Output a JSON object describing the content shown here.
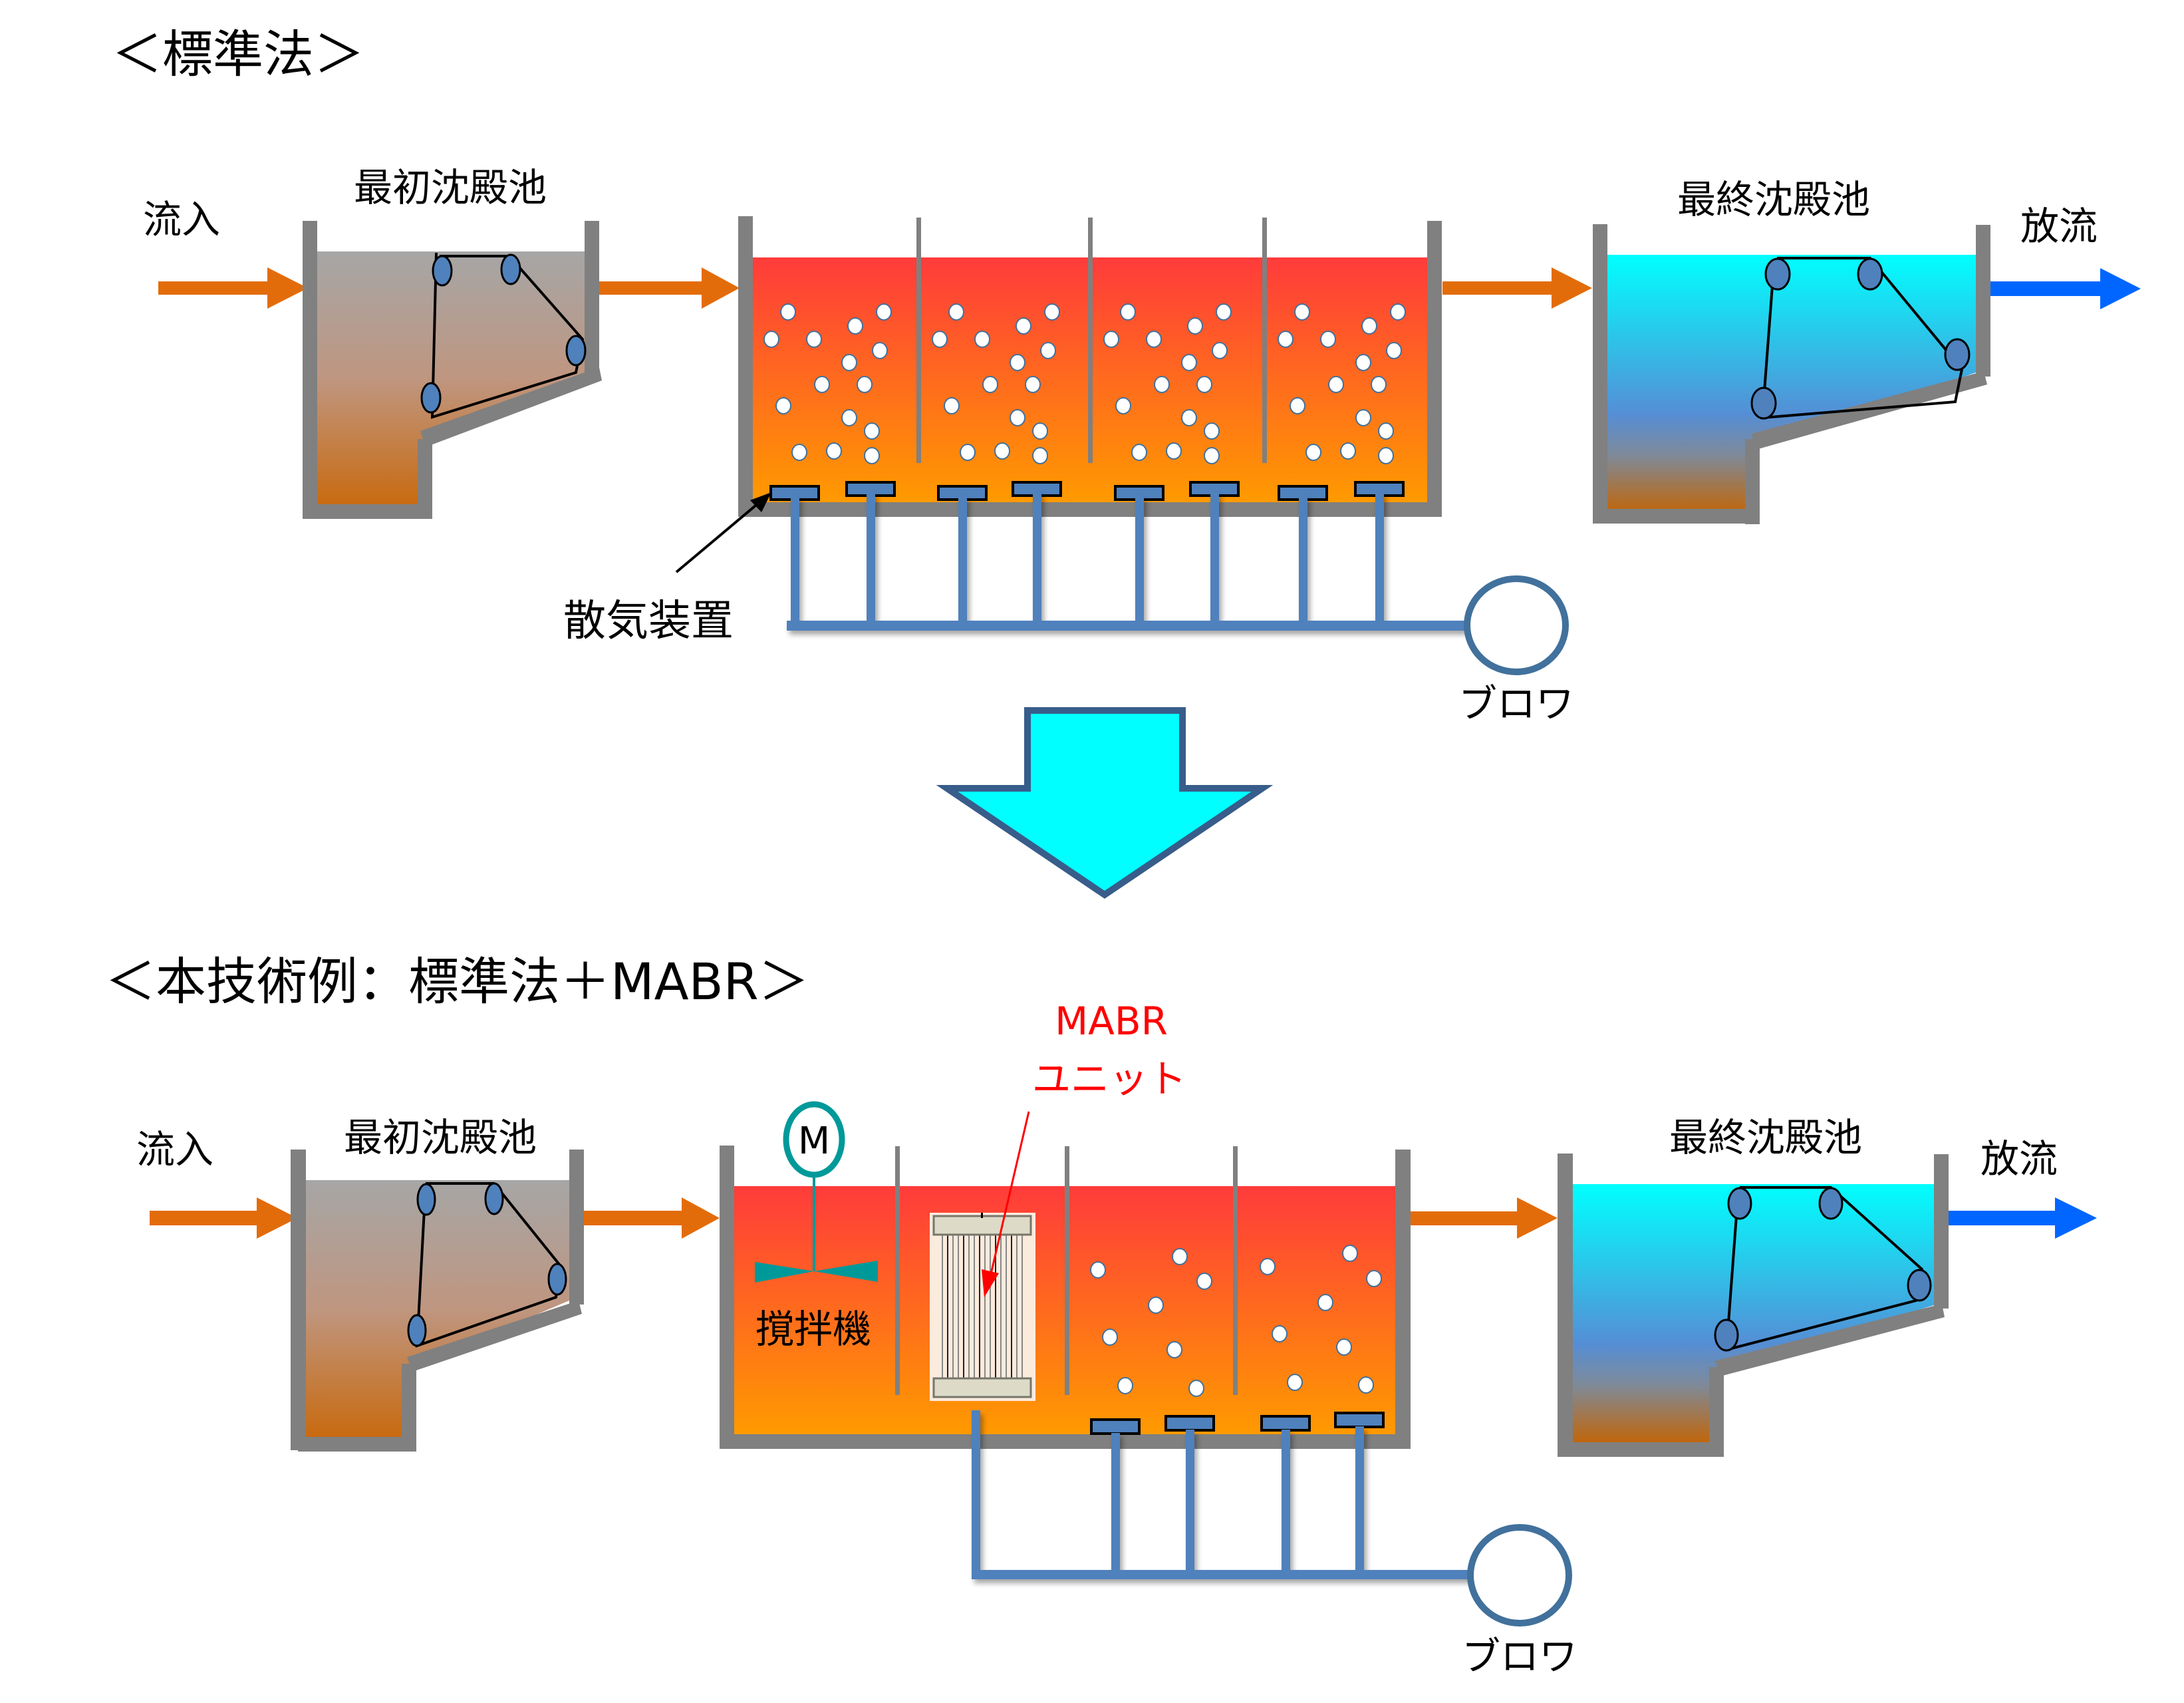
{
  "top_section": {
    "title": "＜標準法＞",
    "inflow_label": "流入",
    "primary_clarifier_label": "最初沈殿池",
    "diffuser_label": "散気装置",
    "blower_label": "ブロワ",
    "final_clarifier_label": "最終沈殿池",
    "discharge_label": "放流",
    "aeration_zone_count": 4,
    "diffuser_count": 8
  },
  "transition_arrow": {
    "icon": "down-arrow-icon",
    "fill_color": "#00FFFF",
    "stroke_color": "#385D8A"
  },
  "bottom_section": {
    "title": "＜本技術例：標準法＋MABR＞",
    "inflow_label": "流入",
    "primary_clarifier_label": "最初沈殿池",
    "mixer_motor_label": "M",
    "mixer_label": "撹拌機",
    "mabr_label_line1": "MABR",
    "mabr_label_line2": "ユニット",
    "blower_label": "ブロワ",
    "final_clarifier_label": "最終沈殿池",
    "discharge_label": "放流",
    "aerated_zone_count": 2,
    "diffuser_count": 4
  },
  "colors": {
    "wall": "#808080",
    "flow_arrow": "#E36C0A",
    "discharge_arrow": "#0066FF",
    "pipe": "#4F81BD",
    "aeration_top": "#FF3B3B",
    "aeration_bottom": "#FF9A00",
    "primary_top": "#A6A6A6",
    "primary_bottom": "#C86A10",
    "final_top": "#00FFFF",
    "final_mid": "#558ED5",
    "final_bottom": "#C0660C",
    "mixer": "#009999",
    "mabr_label": "#FF0000"
  }
}
